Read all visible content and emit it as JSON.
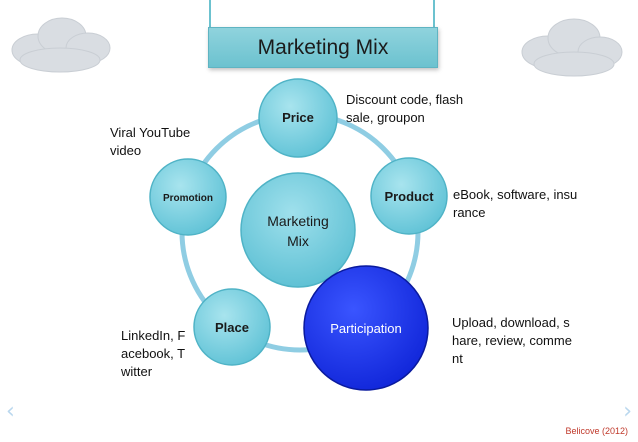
{
  "title": "Marketing Mix",
  "center": {
    "line1": "Marketing",
    "line2": "Mix"
  },
  "nodes": [
    {
      "id": "price",
      "label": "Price"
    },
    {
      "id": "product",
      "label": "Product"
    },
    {
      "id": "participation",
      "label": "Participation"
    },
    {
      "id": "place",
      "label": "Place"
    },
    {
      "id": "promotion",
      "label": "Promotion"
    }
  ],
  "notes": {
    "price": "Discount code, flash\nsale, groupon",
    "promotion": "Viral YouTube\nvideo",
    "product": "eBook, software, insu\nrance",
    "participation": "Upload, download, s\nhare, review, comme\nnt",
    "place": "LinkedIn, F\nacebook, T\nwitter"
  },
  "credit": "Belicove (2012)",
  "colors": {
    "node_fill": "#6ecbdc",
    "node_stroke": "#4fb3c6",
    "highlight_fill": "#1b2ff0",
    "highlight_stroke": "#0a1a9e",
    "ring": "#8fcde3",
    "cloud": "#d9dde2"
  },
  "icons": {
    "prev": "chevron-left-icon",
    "next": "chevron-right-icon"
  }
}
